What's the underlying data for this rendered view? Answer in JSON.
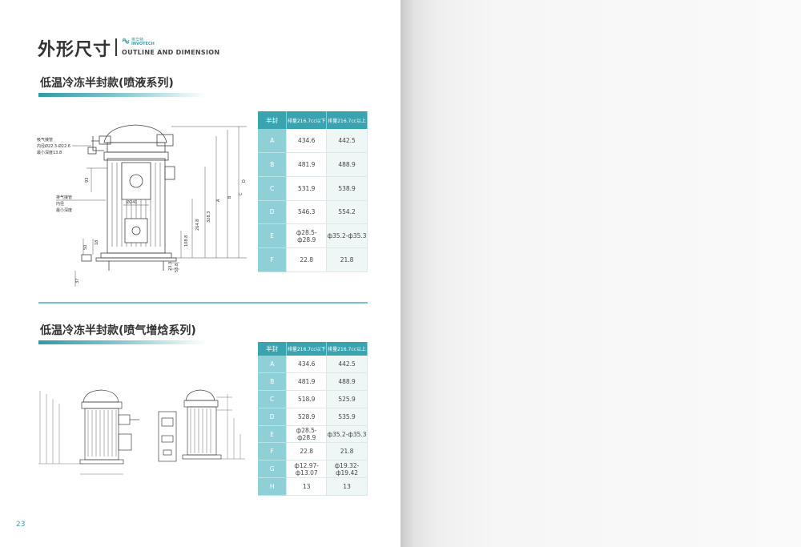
{
  "header": {
    "title": "外形尺寸",
    "subtitle": "OUTLINE AND DIMENSION",
    "logo_cn": "英华特",
    "logo_en": "INVOTECH"
  },
  "section1": {
    "title": "低温冷冻半封款(喷液系列)",
    "drawing_labels": {
      "suction_label": "吸气接管",
      "suction_id": "内径Ø22.3-Ø22.6",
      "suction_depth": "最小深度13.8",
      "discharge_label": "排气接管",
      "discharge_id": "内径",
      "discharge_depth": "最小深度",
      "dia": "Ø241",
      "d93": "93",
      "d264": "264.8",
      "d328": "328.3",
      "d108": "108.8",
      "d18": "18",
      "d50": "50",
      "d37": "37",
      "d233": "23.3",
      "d538": "53.8",
      "dimA": "A",
      "dimB": "B",
      "dimC": "C",
      "dimD": "D"
    },
    "table": {
      "headers": [
        "半封",
        "排量216.7cc以下",
        "排量216.7cc以上"
      ],
      "rows": [
        [
          "A",
          "434.6",
          "442.5"
        ],
        [
          "B",
          "481.9",
          "488.9"
        ],
        [
          "C",
          "531.9",
          "538.9"
        ],
        [
          "D",
          "546.3",
          "554.2"
        ],
        [
          "E",
          "ф28.5-ф28.9",
          "ф35.2-ф35.3"
        ],
        [
          "F",
          "22.8",
          "21.8"
        ]
      ]
    }
  },
  "section2": {
    "title": "低温冷冻半封款(喷气增焓系列)",
    "table": {
      "headers": [
        "半封",
        "排量216.7cc以下",
        "排量216.7cc以上"
      ],
      "rows": [
        [
          "A",
          "434.6",
          "442.5"
        ],
        [
          "B",
          "481.9",
          "488.9"
        ],
        [
          "C",
          "518.9",
          "525.9"
        ],
        [
          "D",
          "528.9",
          "535.9"
        ],
        [
          "E",
          "ф28.5-ф28.9",
          "ф35.2-ф35.3"
        ],
        [
          "F",
          "22.8",
          "21.8"
        ],
        [
          "G",
          "ф12.97-ф13.07",
          "ф19.32-ф19.42"
        ],
        [
          "H",
          "13",
          "13"
        ]
      ]
    }
  },
  "page_number": "23",
  "colors": {
    "accent": "#3aa3b0",
    "key_cell": "#8ed0d6"
  }
}
